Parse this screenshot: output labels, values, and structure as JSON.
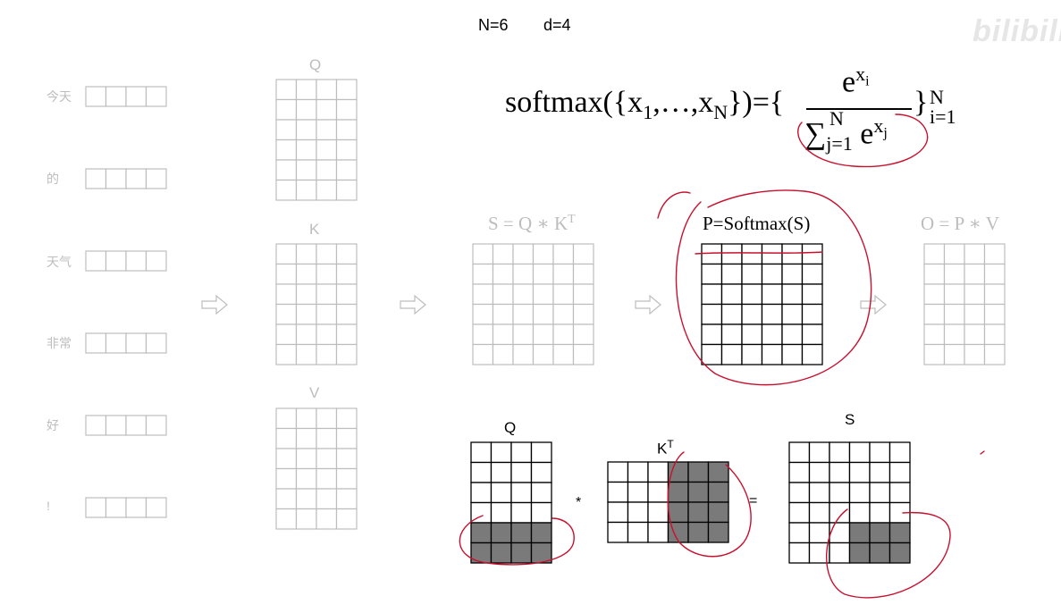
{
  "header": {
    "n_label": "N=6",
    "d_label": "d=4",
    "watermark": "bilibili"
  },
  "formula": {
    "lhs": "softmax({x",
    "lhs_sub1": "1",
    "lhs_mid": ",…,x",
    "lhs_subN": "N",
    "lhs_close": "})={",
    "numerator_base": "e",
    "numerator_sup": "x",
    "numerator_sup_sub": "i",
    "denominator_sigma": "∑",
    "denominator_sub": "j=1",
    "denominator_sup": "N",
    "denominator_base": "e",
    "denominator_exp": "x",
    "denominator_exp_sub": "j",
    "rhs_close": "}",
    "rhs_sup": "N",
    "rhs_sub": "i=1"
  },
  "tokens": [
    "今天",
    "的",
    "天气",
    "非常",
    "好",
    "!"
  ],
  "matrix_labels": {
    "q": "Q",
    "k": "K",
    "v": "V"
  },
  "stages": {
    "s_label": "S = Q ∗ K",
    "s_sup": "T",
    "p_label": "P=Softmax(S)",
    "o_label": "O = P ∗ V"
  },
  "bottom": {
    "q_label": "Q",
    "kt_label": "K",
    "kt_sup": "T",
    "times": "*",
    "equals": "=",
    "s_label": "S"
  },
  "colors": {
    "faint": "#bdbdbd",
    "dark": "#000000",
    "shade": "#7a7a7a",
    "annotation": "#c8102e"
  }
}
